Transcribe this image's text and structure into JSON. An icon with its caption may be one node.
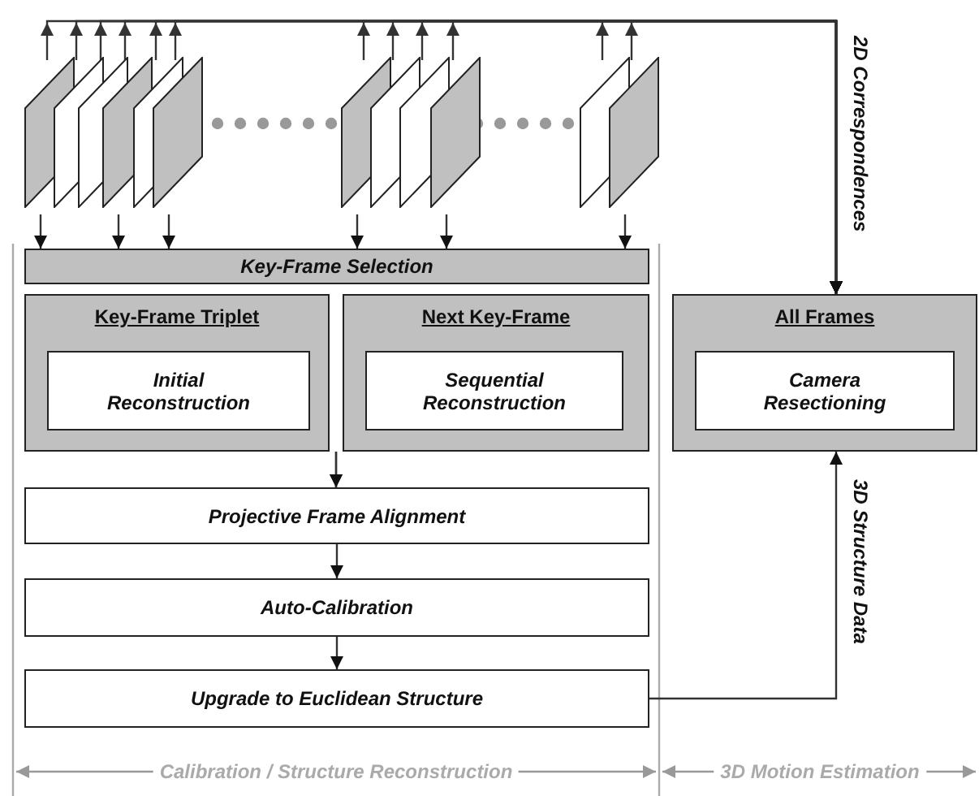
{
  "diagram": {
    "nodes": [
      {
        "text": [
          "Key-Frame Selection"
        ]
      },
      {
        "text": [
          "Key-Frame Triplet"
        ]
      },
      {
        "text": [
          "Initial Reconstruction"
        ],
        "in": 1
      },
      {
        "text": [
          "Next Key-Frame"
        ]
      },
      {
        "text": [
          "Sequential Reconstruction"
        ],
        "in": 3
      },
      {
        "text": [
          "Projective Frame Alignment"
        ]
      },
      {
        "text": [
          "Auto-Calibration"
        ]
      },
      {
        "text": [
          "Upgrade to Euclidean Structure"
        ]
      },
      {
        "text": [
          "All Frames"
        ]
      },
      {
        "text": [
          "Camera Resectioning"
        ],
        "in": 8
      },
      {
        "text": [],
        "shape": "parallelogram"
      },
      {
        "text": [],
        "shape": "parallelogram"
      },
      {
        "text": [],
        "shape": "parallelogram"
      },
      {
        "text": [],
        "shape": "parallelogram"
      },
      {
        "text": [],
        "shape": "parallelogram"
      },
      {
        "text": [],
        "shape": "parallelogram"
      },
      {
        "text": [],
        "shape": "parallelogram"
      },
      {
        "text": [],
        "shape": "parallelogram"
      },
      {
        "text": [],
        "shape": "parallelogram"
      },
      {
        "text": [],
        "shape": "parallelogram"
      },
      {
        "text": [],
        "shape": "parallelogram"
      },
      {
        "text": [],
        "shape": "parallelogram"
      }
    ],
    "edges": [
      {
        "from": 10,
        "to": 8,
        "arrow": "to",
        "label": "2D Correspondences"
      },
      {
        "from": 11,
        "to": 8,
        "arrow": "to"
      },
      {
        "from": 12,
        "to": 8,
        "arrow": "to"
      },
      {
        "from": 13,
        "to": 8,
        "arrow": "to"
      },
      {
        "from": 14,
        "to": 8,
        "arrow": "to"
      },
      {
        "from": 15,
        "to": 8,
        "arrow": "to"
      },
      {
        "from": 16,
        "to": 8,
        "arrow": "to"
      },
      {
        "from": 17,
        "to": 8,
        "arrow": "to"
      },
      {
        "from": 18,
        "to": 8,
        "arrow": "to"
      },
      {
        "from": 19,
        "to": 8,
        "arrow": "to"
      },
      {
        "from": 20,
        "to": 8,
        "arrow": "to"
      },
      {
        "from": 21,
        "to": 8,
        "arrow": "to"
      },
      {
        "from": 10,
        "to": 0,
        "arrow": "to"
      },
      {
        "from": 13,
        "to": 0,
        "arrow": "to"
      },
      {
        "from": 15,
        "to": 0,
        "arrow": "to"
      },
      {
        "from": 16,
        "to": 0,
        "arrow": "to"
      },
      {
        "from": 19,
        "to": 0,
        "arrow": "to"
      },
      {
        "from": 21,
        "to": 0,
        "arrow": "to"
      },
      {
        "from": 1,
        "to": 5,
        "arrow": "to"
      },
      {
        "from": 3,
        "to": 5,
        "arrow": "to"
      },
      {
        "from": 5,
        "to": 6,
        "arrow": "to"
      },
      {
        "from": 6,
        "to": 7,
        "arrow": "to"
      },
      {
        "from": 7,
        "to": 8,
        "arrow": "to",
        "label": "3D Structure Data"
      }
    ],
    "labels": [
      "Calibration / Structure Reconstruction",
      "3D Motion Estimation"
    ]
  }
}
